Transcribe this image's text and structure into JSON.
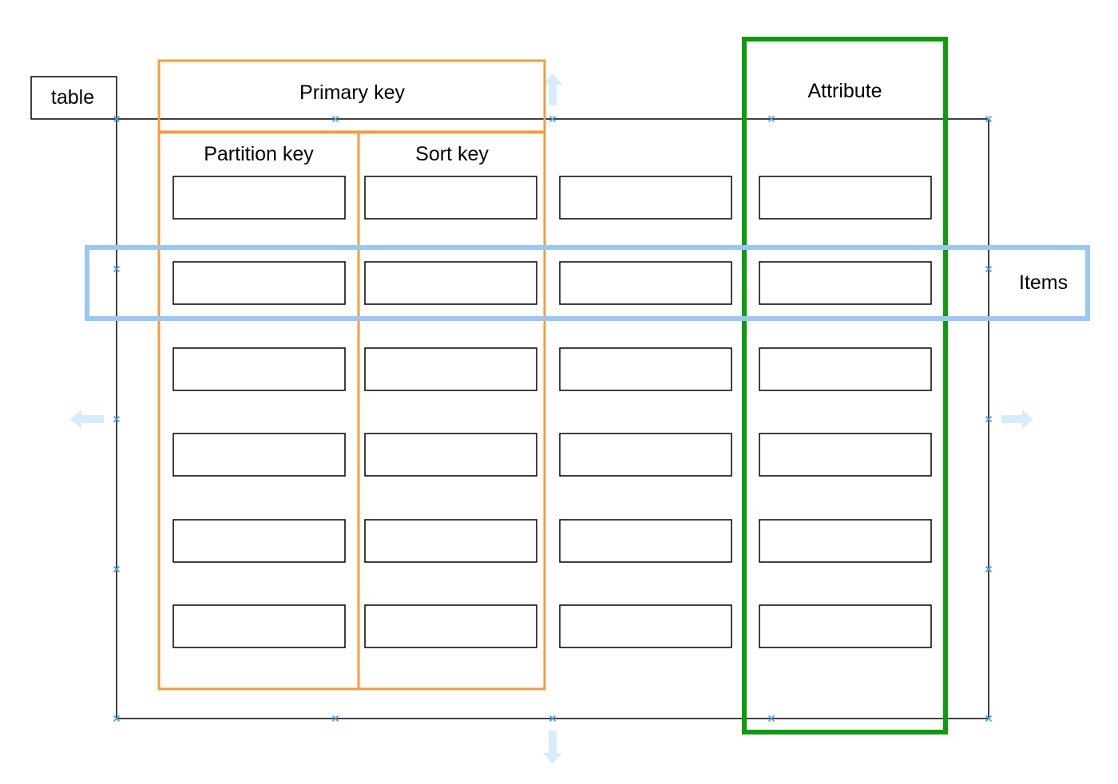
{
  "labels": {
    "table": "table",
    "primary_key": "Primary key",
    "partition_key": "Partition key",
    "sort_key": "Sort key",
    "attribute": "Attribute",
    "items": "Items"
  },
  "grid": {
    "columns": 4,
    "rows": 6
  },
  "colors": {
    "line": "#000000",
    "primary_key_outline": "#f79b3c",
    "attribute_outline": "#0e9b0e",
    "items_outline": "#99c8f7",
    "handle": "#4aa8e6",
    "arrow": "#d6ecfb"
  }
}
